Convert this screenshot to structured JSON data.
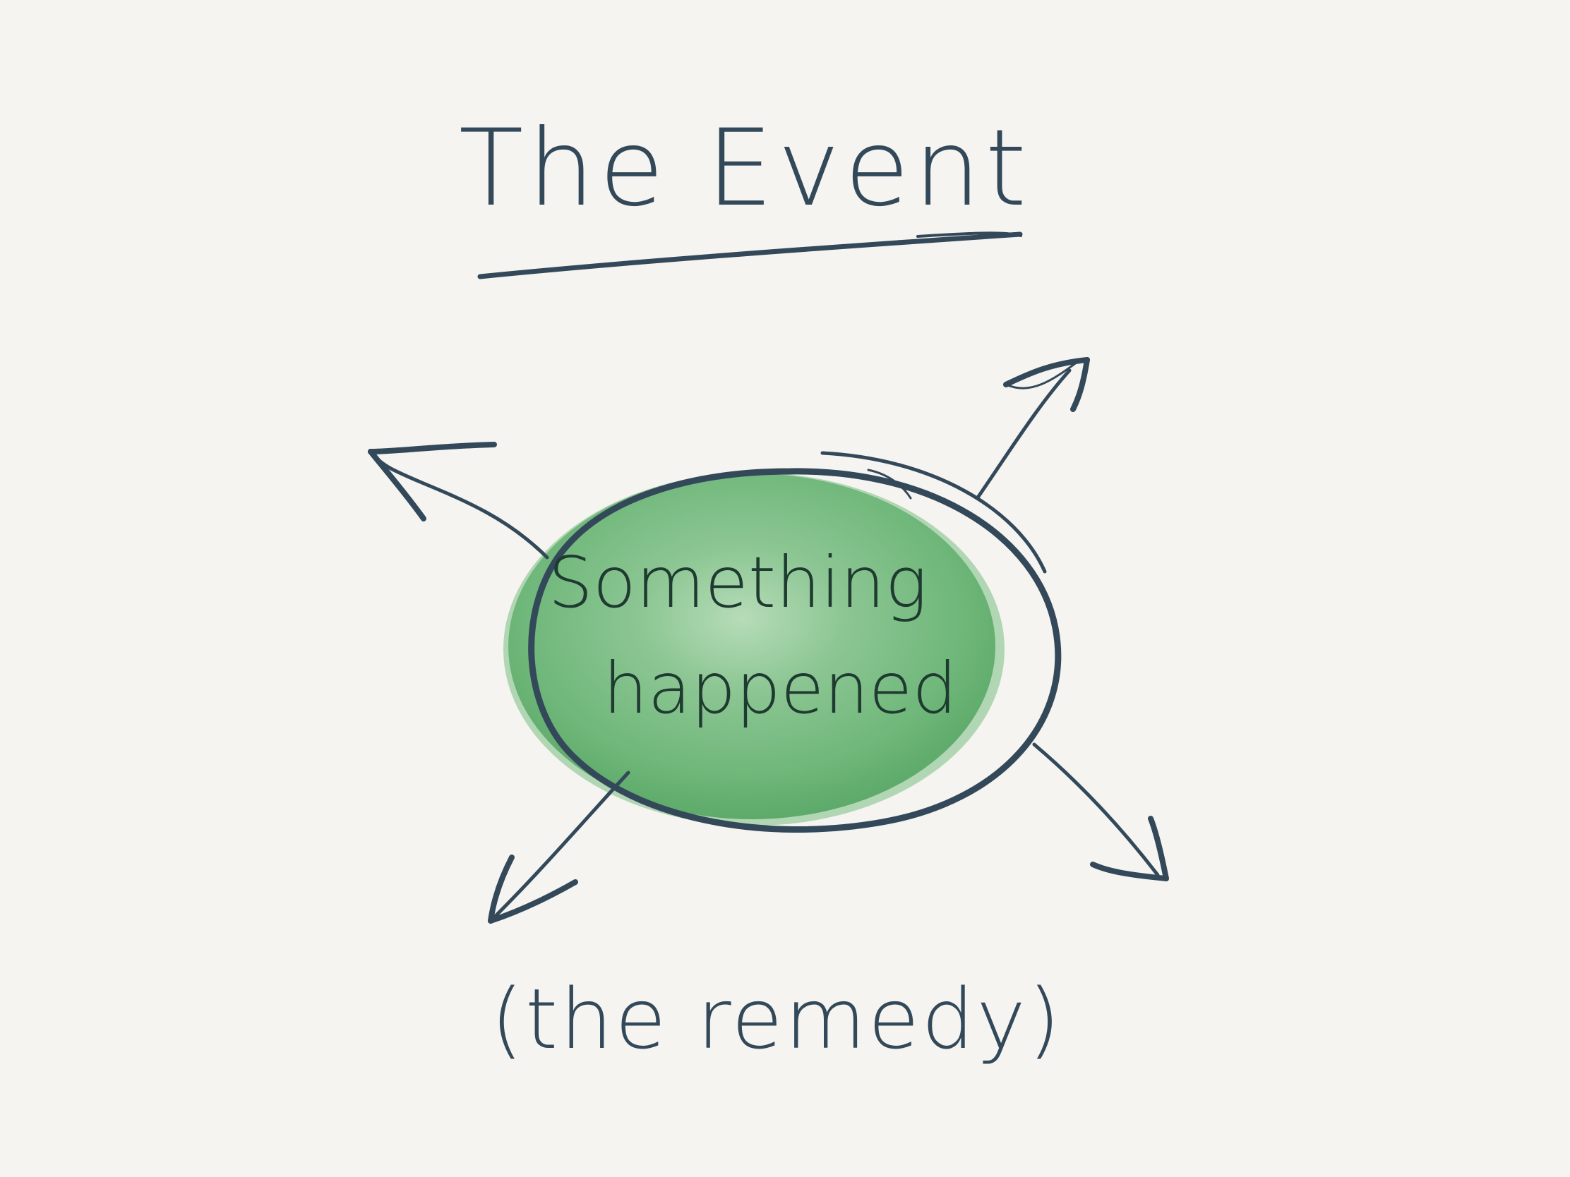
{
  "title": "The Event",
  "center": {
    "line1": "Something",
    "line2": "happened"
  },
  "footer": "(the remedy)",
  "colors": {
    "background": "#f5f4f0",
    "ink": "#33495a",
    "blob_fill": "#6fb77a",
    "blob_highlight": "#a9d6ad",
    "center_text": "#1f3a30"
  }
}
